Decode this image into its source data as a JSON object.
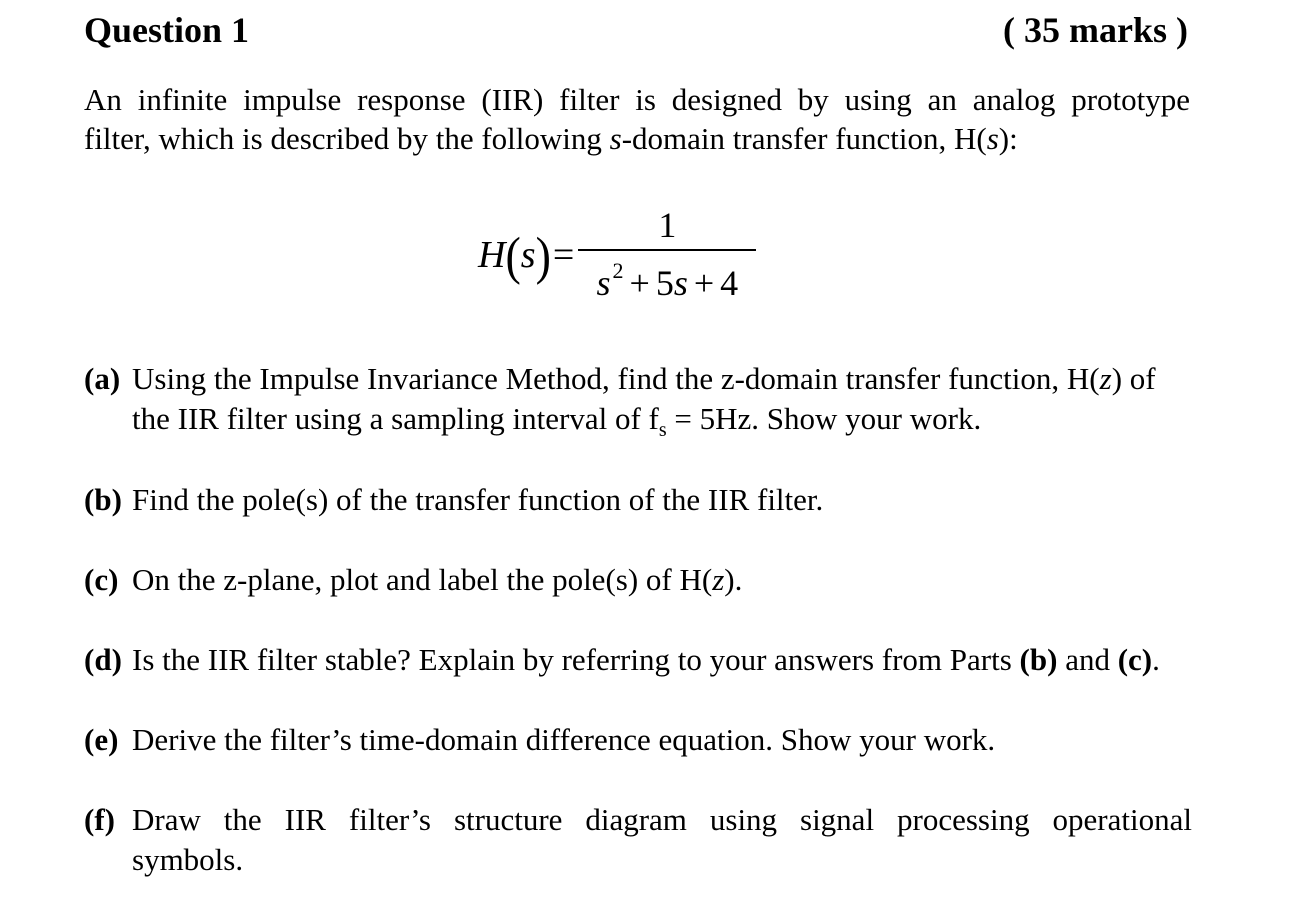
{
  "header": {
    "title": "Question 1",
    "marks": "( 35 marks )"
  },
  "intro": {
    "line1": "An infinite impulse response (IIR) filter is designed by using an analog prototype",
    "line2_pre": "filter, which is described by the following ",
    "line2_var": "s",
    "line2_mid": "-domain transfer function, H(",
    "line2_var2": "s",
    "line2_post": "):"
  },
  "equation": {
    "lhs_func": "H",
    "lhs_open": "(",
    "lhs_var": "s",
    "lhs_close": ")",
    "equals": "=",
    "numerator": "1",
    "den_s": "s",
    "den_exp": "2",
    "den_plus1": "+",
    "den_coef": "5",
    "den_s2": "s",
    "den_plus2": "+",
    "den_const": "4"
  },
  "parts": [
    {
      "label": "(a)",
      "line1_pre": "Using the Impulse Invariance Method, find the z-domain transfer function, H(",
      "line1_var": "z",
      "line1_post": ") of",
      "line2_pre": "the IIR filter using a sampling interval of f",
      "line2_sub": "s",
      "line2_post": " = 5Hz. Show your work."
    },
    {
      "label": "(b)",
      "text": "Find the pole(s) of the transfer function of the IIR filter."
    },
    {
      "label": "(c)",
      "text_pre": "On the z-plane, plot and label the pole(s) of H(",
      "text_var": "z",
      "text_post": ")."
    },
    {
      "label": "(d)",
      "text_pre": "Is the IIR filter stable? Explain by referring to your answers from Parts ",
      "ref1": "(b)",
      "text_mid": " and ",
      "ref2": "(c)",
      "text_post": "."
    },
    {
      "label": "(e)",
      "text": "Derive the filter’s time-domain difference equation. Show your work."
    },
    {
      "label": "(f)",
      "line1": "Draw the IIR filter’s structure diagram using signal processing operational",
      "line2": "symbols."
    }
  ]
}
